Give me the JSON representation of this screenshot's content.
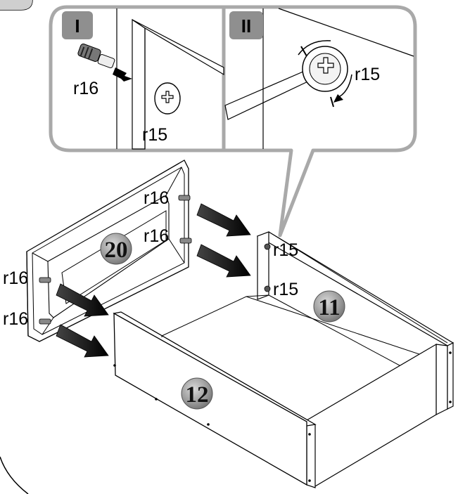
{
  "steps": {
    "one": "I",
    "two": "II"
  },
  "labels": {
    "r16_detail": "r16",
    "r15_detail": "r15",
    "r15_detail_two": "r15",
    "r16_front_upper": "r16",
    "r16_front_mid": "r16",
    "r16_front_left": "r16",
    "r16_front_lower": "r16",
    "r15_side_upper": "r15",
    "r15_side_lower": "r15"
  },
  "parts": {
    "front": "20",
    "side": "11",
    "side_panel": "12"
  }
}
